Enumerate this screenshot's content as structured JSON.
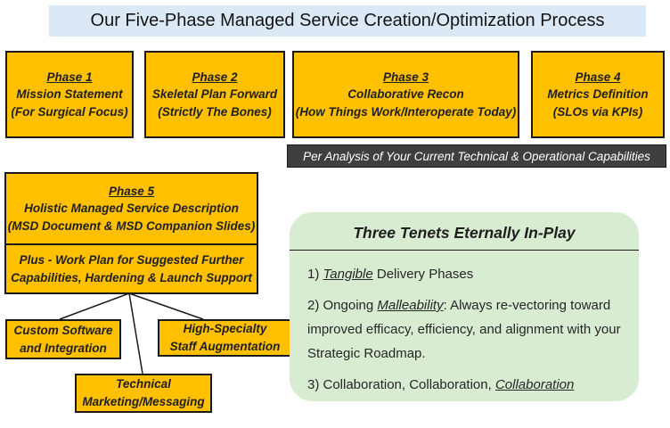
{
  "title": "Our Five-Phase Managed Service Creation/Optimization Process",
  "phases": [
    {
      "heading": "Phase 1",
      "line1": "Mission Statement",
      "line2": "(For Surgical Focus)"
    },
    {
      "heading": "Phase 2",
      "line1": "Skeletal Plan Forward",
      "line2": "(Strictly The Bones)"
    },
    {
      "heading": "Phase 3",
      "line1": "Collaborative Recon",
      "line2": "(How Things Work/Interoperate Today)"
    },
    {
      "heading": "Phase 4",
      "line1": "Metrics Definition",
      "line2": "(SLOs via KPIs)"
    }
  ],
  "analysis_banner": "Per Analysis of Your Current Technical & Operational Capabilities",
  "phase5": {
    "heading": "Phase 5",
    "line1": "Holistic Managed Service Description",
    "line2": "(MSD Document & MSD Companion Slides)"
  },
  "plus": {
    "line1": "Plus - Work Plan for Suggested Further",
    "line2": "Capabilities, Hardening & Launch Support"
  },
  "addons": [
    {
      "line1": "Custom Software",
      "line2": "and Integration"
    },
    {
      "line1": "High-Specialty",
      "line2": "Staff Augmentation"
    },
    {
      "line1": "Technical",
      "line2": "Marketing/Messaging"
    }
  ],
  "tenets": {
    "title": "Three Tenets Eternally In-Play",
    "items": [
      {
        "segments": [
          {
            "t": "1) "
          },
          {
            "t": "Tangible",
            "u": true
          },
          {
            "t": " Delivery Phases"
          }
        ]
      },
      {
        "segments": [
          {
            "t": "2) Ongoing "
          },
          {
            "t": "Malleability",
            "u": true
          },
          {
            "t": ": Always re-vectoring toward improved efficacy, efficiency, and alignment with your Strategic Roadmap."
          }
        ]
      },
      {
        "segments": [
          {
            "t": "3) Collaboration, Collaboration, "
          },
          {
            "t": "Collaboration",
            "u": true
          }
        ]
      }
    ]
  },
  "colors": {
    "gold": "#FFC000",
    "gold_border": "#1A1A1A",
    "banner_bg": "#3F3F3F",
    "banner_text": "#FFFFFF",
    "title_bg": "#DBE8F6",
    "tenets_bg": "#D7ECD1"
  }
}
